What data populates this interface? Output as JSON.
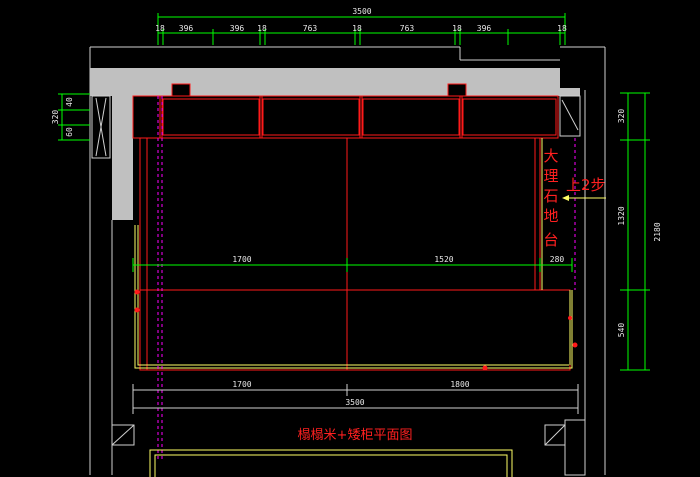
{
  "drawing": {
    "title": "榻榻米+矮柜平面图",
    "top_dims": {
      "overall": "3500",
      "segments": [
        "18",
        "396",
        "396",
        "18",
        "763",
        "18",
        "763",
        "18",
        "396",
        "18"
      ]
    },
    "left_dims": [
      "320",
      "40",
      "60"
    ],
    "right_dims": {
      "outer": "2180",
      "upper": "320",
      "middle": "1320",
      "lower": "540"
    },
    "inner_dims": {
      "left_span": "1700",
      "right_span": "1520",
      "small": "280"
    },
    "bottom_dims": {
      "left": "1700",
      "right": "1800",
      "overall": "3500"
    },
    "annotations": {
      "platform_chars": [
        "大",
        "理",
        "石",
        "地",
        "台"
      ],
      "step_note": "上2步"
    },
    "colors": {
      "background": "#000000",
      "wall": "#c0c0c0",
      "furniture": "#ff1a1a",
      "dimension": "#00ff00",
      "yellow_edge": "#ffff66",
      "guide": "#ff00ff"
    }
  }
}
